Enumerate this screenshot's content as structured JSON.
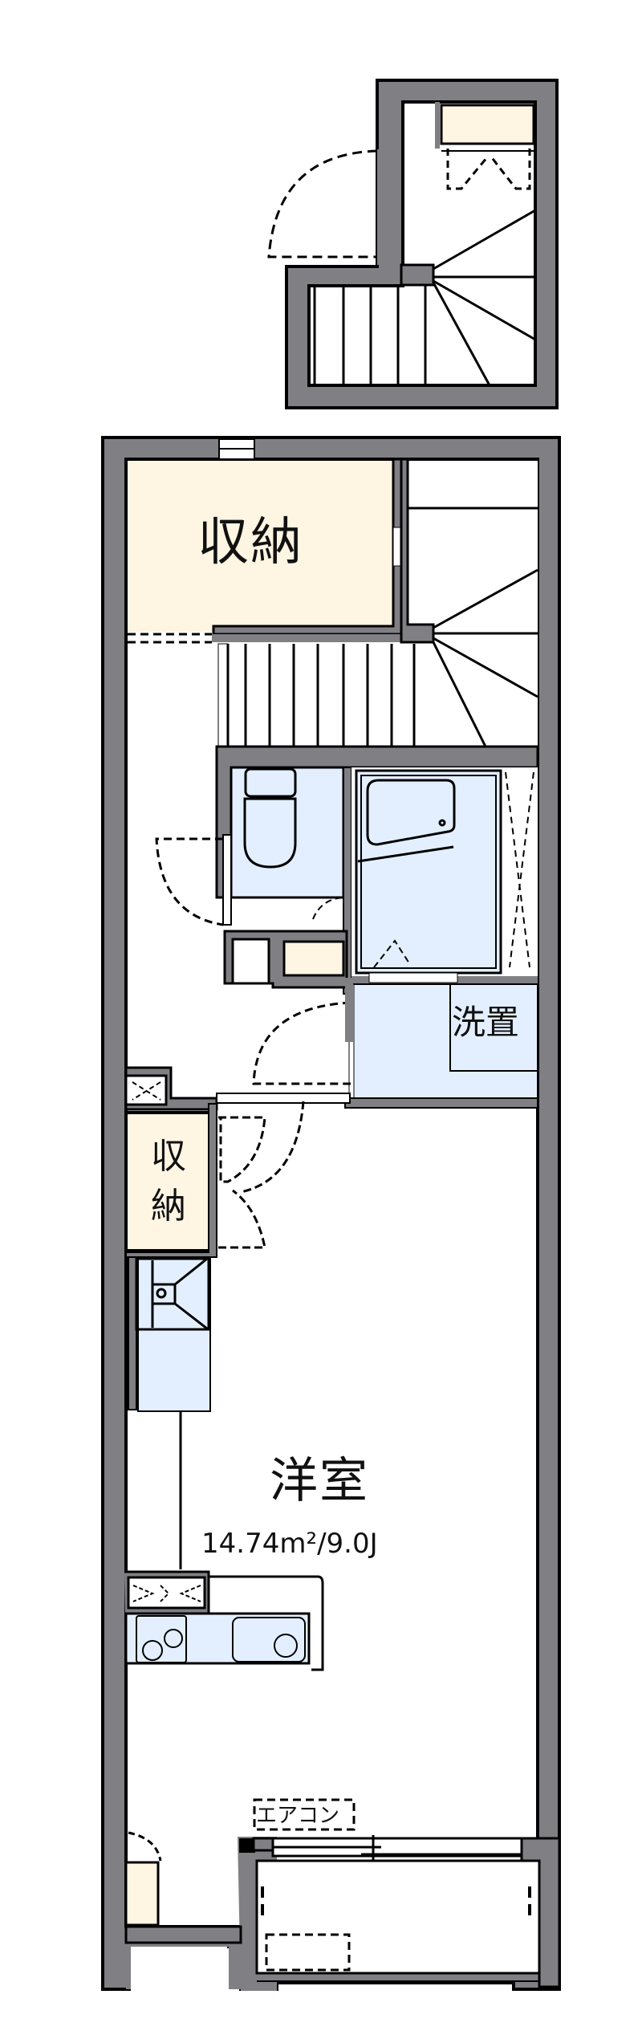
{
  "floorplan": {
    "colors": {
      "wall": "#807f84",
      "wall_outline": "#000000",
      "storage_fill": "#fff5e3",
      "wet_area_fill": "#e3efff",
      "floor_fill": "#ffffff"
    },
    "rooms": {
      "storage_upper": {
        "label": "収納"
      },
      "storage_closet": {
        "label": "収納"
      },
      "laundry": {
        "label": "洗置"
      },
      "western_room": {
        "label": "洋室",
        "area": "14.74m²/9.0J"
      },
      "air_conditioner": {
        "label": "エアコン"
      }
    }
  }
}
